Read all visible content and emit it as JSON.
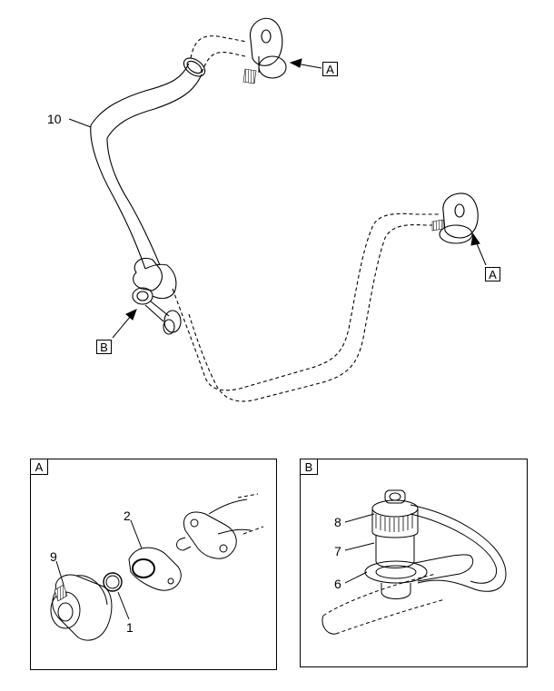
{
  "main_view": {
    "part_label_10": "10",
    "callout_a_top": "A",
    "callout_a_right": "A",
    "callout_b": "B"
  },
  "detail_a": {
    "tag": "A",
    "part_labels": {
      "p9": "9",
      "p2": "2",
      "p1": "1"
    }
  },
  "detail_b": {
    "tag": "B",
    "part_labels": {
      "p8": "8",
      "p7": "7",
      "p6": "6"
    }
  }
}
